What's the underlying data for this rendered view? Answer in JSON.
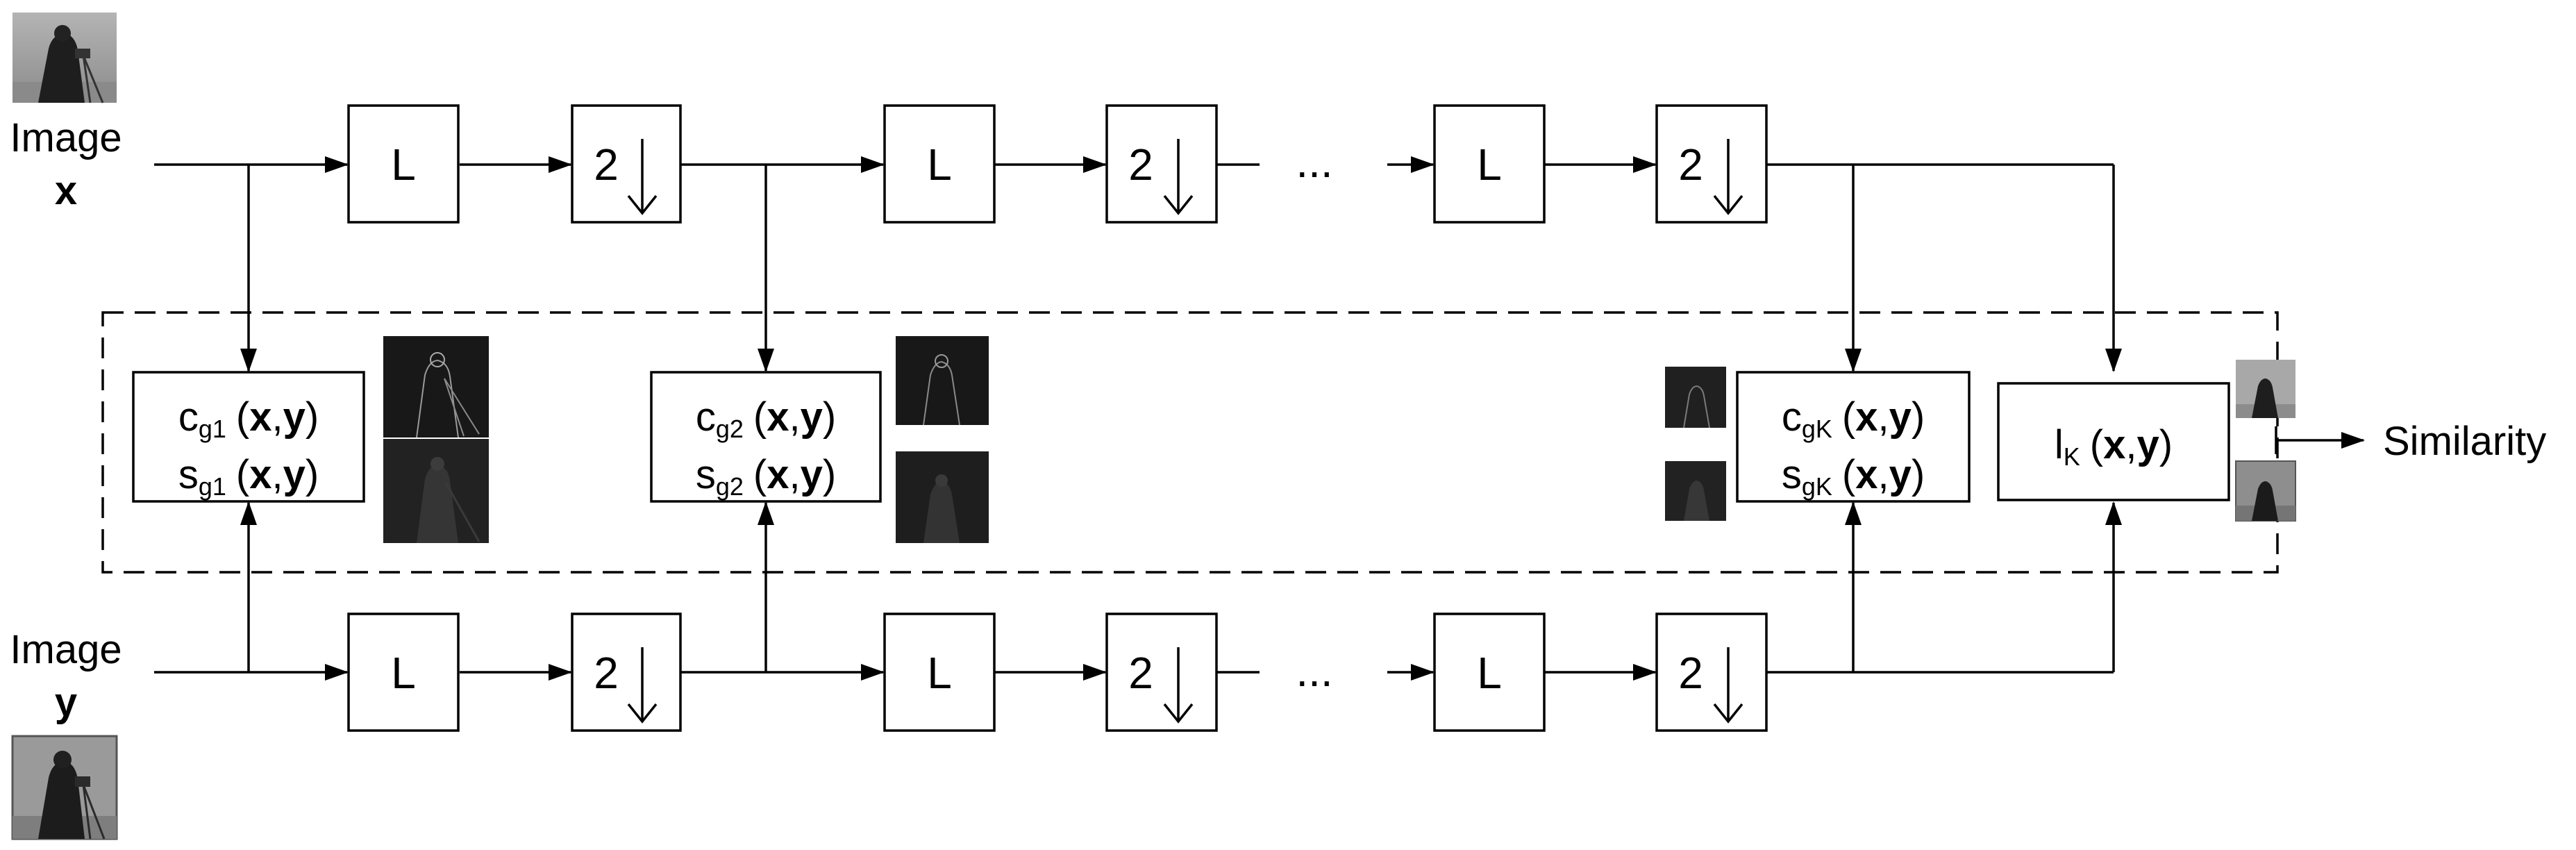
{
  "input_x": {
    "label": "Image",
    "symbol": "x"
  },
  "input_y": {
    "label": "Image",
    "symbol": "y"
  },
  "blocks": {
    "lowpass": "L",
    "downsample": "2"
  },
  "ellipsis": "...",
  "stages": [
    {
      "c_base": "c",
      "c_sub": "g1",
      "s_base": "s",
      "s_sub": "g1",
      "args_open": "(",
      "arg_x": "x",
      "comma": ",",
      "arg_y": "y",
      "args_close": ")"
    },
    {
      "c_base": "c",
      "c_sub": "g2",
      "s_base": "s",
      "s_sub": "g2",
      "args_open": "(",
      "arg_x": "x",
      "comma": ",",
      "arg_y": "y",
      "args_close": ")"
    },
    {
      "c_base": "c",
      "c_sub": "gK",
      "s_base": "s",
      "s_sub": "gK",
      "args_open": "(",
      "arg_x": "x",
      "comma": ",",
      "arg_y": "y",
      "args_close": ")"
    }
  ],
  "luminance": {
    "base": "l",
    "sub": "K",
    "args_open": "(",
    "arg_x": "x",
    "comma": ",",
    "arg_y": "y",
    "args_close": ")"
  },
  "output": {
    "label": "Similarity"
  },
  "icons": [
    "camera-man-thumbnail-x",
    "camera-man-thumbnail-y",
    "contrast-map-1",
    "structure-map-1",
    "contrast-map-2",
    "structure-map-2",
    "contrast-map-K",
    "structure-map-K",
    "luminance-map-x",
    "luminance-map-y"
  ]
}
